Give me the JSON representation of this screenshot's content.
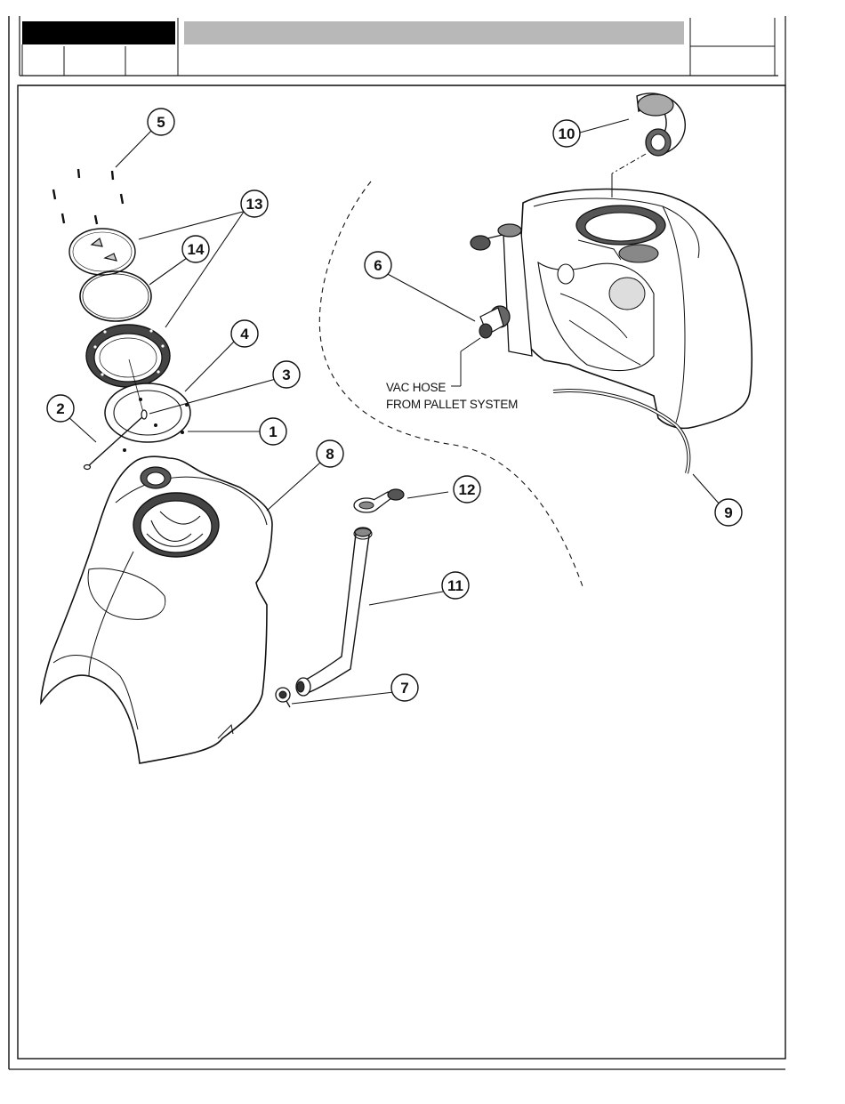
{
  "header": {
    "title_block_fill": "#000000",
    "title_bar_fill": "#b8b8b8"
  },
  "note": {
    "line1": "VAC HOSE",
    "line2": "FROM PALLET SYSTEM"
  },
  "callouts": [
    {
      "id": "c1",
      "label": "1"
    },
    {
      "id": "c2",
      "label": "2"
    },
    {
      "id": "c3",
      "label": "3"
    },
    {
      "id": "c4",
      "label": "4"
    },
    {
      "id": "c5",
      "label": "5"
    },
    {
      "id": "c6",
      "label": "6"
    },
    {
      "id": "c7",
      "label": "7"
    },
    {
      "id": "c8",
      "label": "8"
    },
    {
      "id": "c9",
      "label": "9"
    },
    {
      "id": "c10",
      "label": "10"
    },
    {
      "id": "c11",
      "label": "11"
    },
    {
      "id": "c12",
      "label": "12"
    },
    {
      "id": "c13",
      "label": "13"
    },
    {
      "id": "c14",
      "label": "14"
    }
  ],
  "line_color": "#111111"
}
